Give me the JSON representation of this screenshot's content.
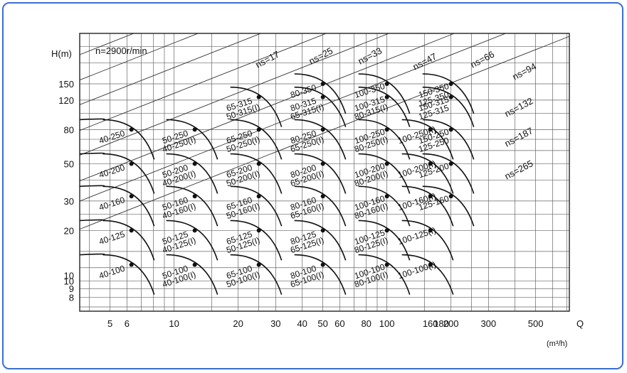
{
  "chart_data": {
    "type": "line",
    "title": "",
    "annotation": "n=2900r/min",
    "ylabel": "H(m)",
    "xlabel": "Q",
    "xunit": "(m³/h)",
    "xscale": "log",
    "yscale": "log",
    "xlim": [
      3.6,
      720
    ],
    "ylim": [
      6.6,
      300
    ],
    "grid": true,
    "x_ticks": [
      5,
      6,
      10,
      20,
      30,
      40,
      50,
      60,
      80,
      100,
      160,
      180,
      200,
      300,
      500
    ],
    "x_tick_labels": [
      "5",
      "6",
      "10",
      "20",
      "30",
      "40",
      "50",
      "60",
      "80",
      "100",
      "160",
      "180",
      "200",
      "300",
      "500"
    ],
    "y_ticks": [
      8,
      9,
      10,
      10.8,
      20,
      30,
      50,
      80,
      120,
      150
    ],
    "y_tick_labels": [
      "8",
      "9",
      "10",
      "10",
      "20",
      "30",
      "50",
      "80",
      "120",
      "150"
    ],
    "ns_lines": [
      {
        "label": "ns=17",
        "value": 17
      },
      {
        "label": "ns=25",
        "value": 25
      },
      {
        "label": "ns=33",
        "value": 33
      },
      {
        "label": "ns=47",
        "value": 47
      },
      {
        "label": "ns=66",
        "value": 66
      },
      {
        "label": "ns=94",
        "value": 94
      },
      {
        "label": "ns=132",
        "value": 132
      },
      {
        "label": "ns=187",
        "value": 187
      },
      {
        "label": "ns=265",
        "value": 265
      }
    ],
    "pumps": [
      {
        "q": 6.3,
        "h": 80,
        "labels": [
          "40-250"
        ]
      },
      {
        "q": 6.3,
        "h": 50,
        "labels": [
          "40-200"
        ]
      },
      {
        "q": 6.3,
        "h": 32,
        "labels": [
          "40-160"
        ]
      },
      {
        "q": 6.3,
        "h": 20,
        "labels": [
          "40-125"
        ]
      },
      {
        "q": 6.3,
        "h": 12.5,
        "labels": [
          "40-100"
        ]
      },
      {
        "q": 12.5,
        "h": 80,
        "labels": [
          "50-250",
          "40-250(I)"
        ]
      },
      {
        "q": 12.5,
        "h": 50,
        "labels": [
          "50-200",
          "40-200(I)"
        ]
      },
      {
        "q": 12.5,
        "h": 32,
        "labels": [
          "50-160",
          "40-160(I)"
        ]
      },
      {
        "q": 12.5,
        "h": 20,
        "labels": [
          "50-125",
          "40-125(I)"
        ]
      },
      {
        "q": 12.5,
        "h": 12.5,
        "labels": [
          "50-100",
          "40-100(I)"
        ]
      },
      {
        "q": 25,
        "h": 125,
        "labels": [
          "65-315",
          "50-315(I)"
        ]
      },
      {
        "q": 25,
        "h": 80,
        "labels": [
          "65-250",
          "50-250(I)"
        ]
      },
      {
        "q": 25,
        "h": 50,
        "labels": [
          "65-200",
          "50-200(I)"
        ]
      },
      {
        "q": 25,
        "h": 32,
        "labels": [
          "65-160",
          "50-160(I)"
        ]
      },
      {
        "q": 25,
        "h": 20,
        "labels": [
          "65-125",
          "50-125(I)"
        ]
      },
      {
        "q": 25,
        "h": 12.5,
        "labels": [
          "65-100",
          "50-100(I)"
        ]
      },
      {
        "q": 50,
        "h": 150,
        "labels": [
          "80-350"
        ]
      },
      {
        "q": 50,
        "h": 125,
        "labels": [
          "80-315",
          "65-315(I)"
        ]
      },
      {
        "q": 50,
        "h": 80,
        "labels": [
          "80-250",
          "65-250(I)"
        ]
      },
      {
        "q": 50,
        "h": 50,
        "labels": [
          "80-200",
          "65-200(I)"
        ]
      },
      {
        "q": 50,
        "h": 32,
        "labels": [
          "80-160",
          "65-160(I)"
        ]
      },
      {
        "q": 50,
        "h": 20,
        "labels": [
          "80-125",
          "65-125(I)"
        ]
      },
      {
        "q": 50,
        "h": 12.5,
        "labels": [
          "80-100",
          "65-100(I)"
        ]
      },
      {
        "q": 100,
        "h": 150,
        "labels": [
          "100-350"
        ]
      },
      {
        "q": 100,
        "h": 125,
        "labels": [
          "100-315",
          "80-315(I)"
        ]
      },
      {
        "q": 100,
        "h": 80,
        "labels": [
          "100-250",
          "80-250(I)"
        ]
      },
      {
        "q": 100,
        "h": 50,
        "labels": [
          "100-200",
          "80-200(I)"
        ]
      },
      {
        "q": 100,
        "h": 32,
        "labels": [
          "100-160",
          "80-160(I)"
        ]
      },
      {
        "q": 100,
        "h": 20,
        "labels": [
          "100-125",
          "80-125(I)"
        ]
      },
      {
        "q": 100,
        "h": 12.5,
        "labels": [
          "100-100",
          "80-100(I)"
        ]
      },
      {
        "q": 160,
        "h": 80,
        "labels": [
          "100-250(I)"
        ]
      },
      {
        "q": 160,
        "h": 50,
        "labels": [
          "100-200(I)"
        ]
      },
      {
        "q": 160,
        "h": 32,
        "labels": [
          "100-160(I)"
        ]
      },
      {
        "q": 160,
        "h": 20,
        "labels": [
          "100-125(I)"
        ]
      },
      {
        "q": 160,
        "h": 12.5,
        "labels": [
          "100-100(I)"
        ]
      },
      {
        "q": 200,
        "h": 150,
        "labels": [
          "150-350",
          "125-350"
        ]
      },
      {
        "q": 200,
        "h": 125,
        "labels": [
          "150-315",
          "125-315"
        ]
      },
      {
        "q": 200,
        "h": 80,
        "labels": [
          "150-250",
          "125-250"
        ]
      },
      {
        "q": 200,
        "h": 50,
        "labels": [
          "125-200"
        ]
      },
      {
        "q": 200,
        "h": 32,
        "labels": [
          "125-160"
        ]
      }
    ]
  }
}
